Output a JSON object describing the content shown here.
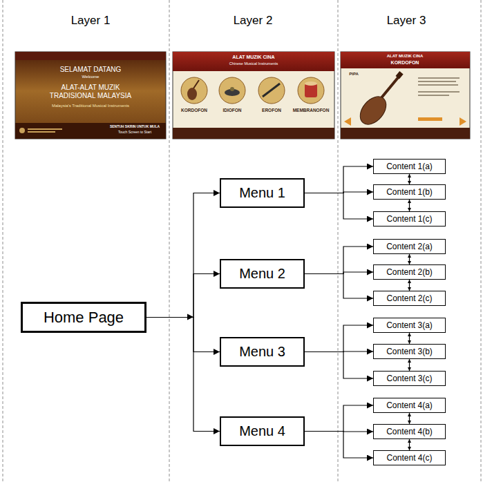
{
  "diagram": {
    "nodes": [
      {
        "text": [
          "Home Page"
        ]
      },
      {
        "text": [
          "Menu 1"
        ]
      },
      {
        "text": [
          "Menu 2"
        ]
      },
      {
        "text": [
          "Menu 3"
        ]
      },
      {
        "text": [
          "Menu 4"
        ]
      },
      {
        "text": [
          "Content 1(a)"
        ]
      },
      {
        "text": [
          "Content 1(b)"
        ]
      },
      {
        "text": [
          "Content 1(c)"
        ]
      },
      {
        "text": [
          "Content 2(a)"
        ]
      },
      {
        "text": [
          "Content 2(b)"
        ]
      },
      {
        "text": [
          "Content 2(c)"
        ]
      },
      {
        "text": [
          "Content 3(a)"
        ]
      },
      {
        "text": [
          "Content 3(b)"
        ]
      },
      {
        "text": [
          "Content 3(c)"
        ]
      },
      {
        "text": [
          "Content 4(a)"
        ]
      },
      {
        "text": [
          "Content 4(b)"
        ]
      },
      {
        "text": [
          "Content 4(c)"
        ]
      }
    ],
    "edges": [
      {
        "from": 0,
        "to": 1,
        "arrow": "to"
      },
      {
        "from": 0,
        "to": 2,
        "arrow": "to"
      },
      {
        "from": 0,
        "to": 3,
        "arrow": "to"
      },
      {
        "from": 0,
        "to": 4,
        "arrow": "to"
      },
      {
        "from": 1,
        "to": 5,
        "arrow": "to"
      },
      {
        "from": 1,
        "to": 6,
        "arrow": "to"
      },
      {
        "from": 1,
        "to": 7,
        "arrow": "to"
      },
      {
        "from": 2,
        "to": 8,
        "arrow": "to"
      },
      {
        "from": 2,
        "to": 9,
        "arrow": "to"
      },
      {
        "from": 2,
        "to": 10,
        "arrow": "to"
      },
      {
        "from": 3,
        "to": 11,
        "arrow": "to"
      },
      {
        "from": 3,
        "to": 12,
        "arrow": "to"
      },
      {
        "from": 3,
        "to": 13,
        "arrow": "to"
      },
      {
        "from": 4,
        "to": 14,
        "arrow": "to"
      },
      {
        "from": 4,
        "to": 15,
        "arrow": "to"
      },
      {
        "from": 4,
        "to": 16,
        "arrow": "to"
      },
      {
        "from": 5,
        "to": 6,
        "arrow": "both"
      },
      {
        "from": 6,
        "to": 7,
        "arrow": "both"
      },
      {
        "from": 8,
        "to": 9,
        "arrow": "both"
      },
      {
        "from": 9,
        "to": 10,
        "arrow": "both"
      },
      {
        "from": 11,
        "to": 12,
        "arrow": "both"
      },
      {
        "from": 12,
        "to": 13,
        "arrow": "both"
      },
      {
        "from": 14,
        "to": 15,
        "arrow": "both"
      },
      {
        "from": 15,
        "to": 16,
        "arrow": "both"
      }
    ],
    "labels": [
      "Layer 1",
      "Layer 2",
      "Layer 3",
      "SELAMAT DATANG",
      "Welcome",
      "ALAT-ALAT MUZIK TRADISIONAL MALAYSIA",
      "Malaysia's Traditional Musical Instruments",
      "SENTUH SKRIN UNTUK MULA",
      "Touch Screen to Start",
      "ALAT MUZIK CINA",
      "Chinese Musical Instruments",
      "KORDOFON",
      "IDIOFON",
      "EROFON",
      "MEMBRANOFON",
      "ALAT MUZIK CINA",
      "KORDOFON",
      "PIPA"
    ]
  }
}
